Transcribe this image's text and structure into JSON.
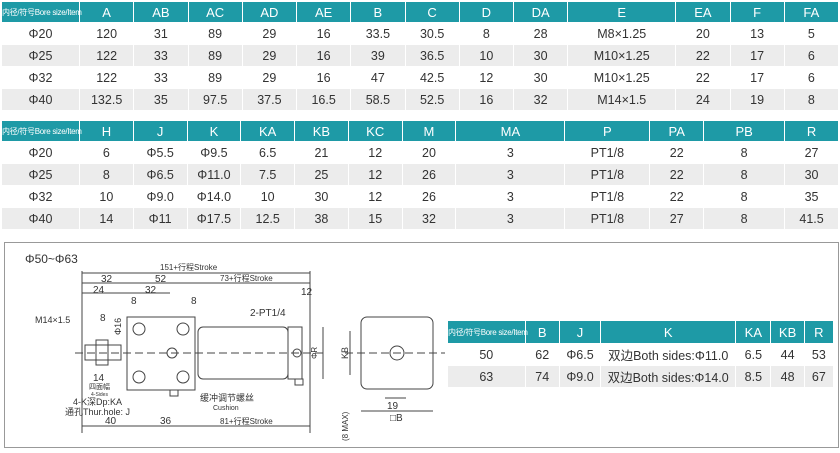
{
  "table1": {
    "headers": [
      "内径/符号Bore size/Item",
      "A",
      "AB",
      "AC",
      "AD",
      "AE",
      "B",
      "C",
      "D",
      "DA",
      "E",
      "EA",
      "F",
      "FA"
    ],
    "rows": [
      [
        "Φ20",
        "120",
        "31",
        "89",
        "29",
        "16",
        "33.5",
        "30.5",
        "8",
        "28",
        "M8×1.25",
        "20",
        "13",
        "5"
      ],
      [
        "Φ25",
        "122",
        "33",
        "89",
        "29",
        "16",
        "39",
        "36.5",
        "10",
        "30",
        "M10×1.25",
        "22",
        "17",
        "6"
      ],
      [
        "Φ32",
        "122",
        "33",
        "89",
        "29",
        "16",
        "47",
        "42.5",
        "12",
        "30",
        "M10×1.25",
        "22",
        "17",
        "6"
      ],
      [
        "Φ40",
        "132.5",
        "35",
        "97.5",
        "37.5",
        "16.5",
        "58.5",
        "52.5",
        "16",
        "32",
        "M14×1.5",
        "24",
        "19",
        "8"
      ]
    ]
  },
  "table2": {
    "headers": [
      "内径/符号Bore size/Item",
      "H",
      "J",
      "K",
      "KA",
      "KB",
      "KC",
      "M",
      "MA",
      "P",
      "PA",
      "PB",
      "R"
    ],
    "rows": [
      [
        "Φ20",
        "6",
        "Φ5.5",
        "Φ9.5",
        "6.5",
        "21",
        "12",
        "20",
        "3",
        "PT1/8",
        "22",
        "8",
        "27"
      ],
      [
        "Φ25",
        "8",
        "Φ6.5",
        "Φ11.0",
        "7.5",
        "25",
        "12",
        "26",
        "3",
        "PT1/8",
        "22",
        "8",
        "30"
      ],
      [
        "Φ32",
        "10",
        "Φ9.0",
        "Φ14.0",
        "10",
        "30",
        "12",
        "26",
        "3",
        "PT1/8",
        "22",
        "8",
        "35"
      ],
      [
        "Φ40",
        "14",
        "Φ11",
        "Φ17.5",
        "12.5",
        "38",
        "15",
        "32",
        "3",
        "PT1/8",
        "27",
        "8",
        "41.5"
      ]
    ]
  },
  "table3": {
    "headers": [
      "内径/符号Bore size/Item",
      "B",
      "J",
      "K",
      "KA",
      "KB",
      "R"
    ],
    "rows": [
      [
        "50",
        "62",
        "Φ6.5",
        "双边Both sides:Φ11.0",
        "6.5",
        "44",
        "53"
      ],
      [
        "63",
        "74",
        "Φ9.0",
        "双边Both sides:Φ14.0",
        "8.5",
        "48",
        "67"
      ]
    ]
  },
  "drawing": {
    "title": "Φ50~Φ63",
    "dim_total": "151+行程Stroke",
    "dim_73": "73+行程Stroke",
    "dim_81": "81+行程Stroke",
    "d32a": "32",
    "d52": "52",
    "d24": "24",
    "d32b": "32",
    "d8a": "8",
    "d8b": "8",
    "d8c": "8",
    "d12": "12",
    "d14": "14",
    "d40": "40",
    "d36": "36",
    "d19": "19",
    "thread": "M14×1.5",
    "phi16": "Φ16",
    "port": "2-PT1/4",
    "phiR": "ΦR",
    "sides_cn": "四面幅",
    "sides_en": "4-Sides",
    "k_label": "4-K深Dp:KA",
    "j_label": "通孔Thur.hole: J",
    "cushion_cn": "缓冲调节螺丝",
    "cushion_en": "Cushion",
    "kb": "KB",
    "max8": "(8 MAX)",
    "sqB": "□B"
  }
}
